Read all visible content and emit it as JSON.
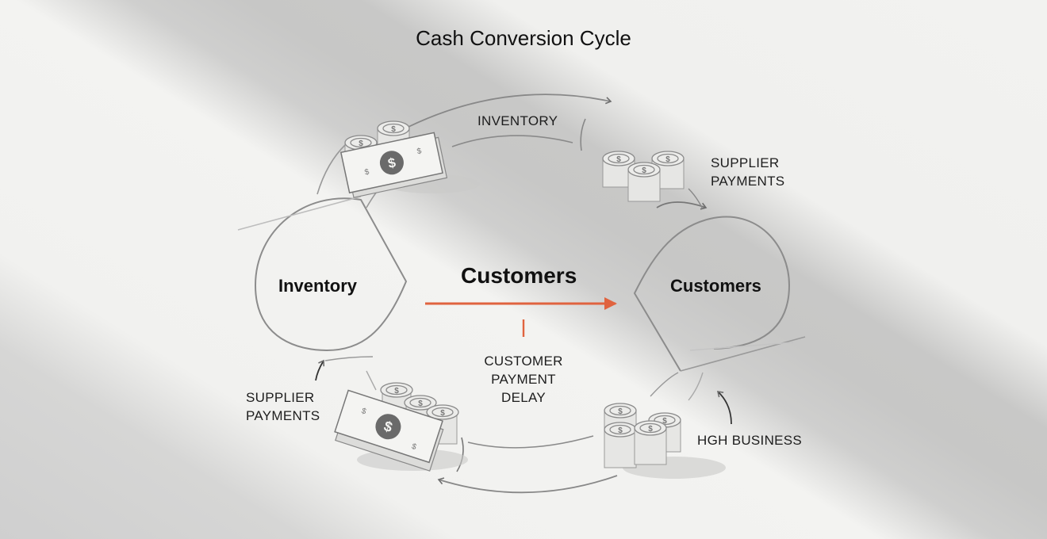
{
  "title": "Cash Conversion Cycle",
  "nodes": {
    "left": "Inventory",
    "right": "Customers"
  },
  "center": {
    "label": "Customers",
    "sub_label_lines": [
      "CUSTOMER",
      "PAYMENT",
      "DELAY"
    ]
  },
  "captions": {
    "top": "INVENTORY",
    "top_right_lines": [
      "SUPPLIER",
      "PAYMENTS"
    ],
    "bottom_left_lines": [
      "SUPPLIER",
      "PAYMENTS"
    ],
    "bottom_right": "HGH BUSINESS"
  },
  "icons": {
    "top_left": "cash-stack-with-coins-icon",
    "top_right": "coin-stacks-icon",
    "bottom_left": "cash-stack-with-coins-icon",
    "bottom_right": "coin-stacks-icon"
  },
  "colors": {
    "accent": "#e0633f",
    "line": "#7a7a7a",
    "text": "#111111"
  }
}
